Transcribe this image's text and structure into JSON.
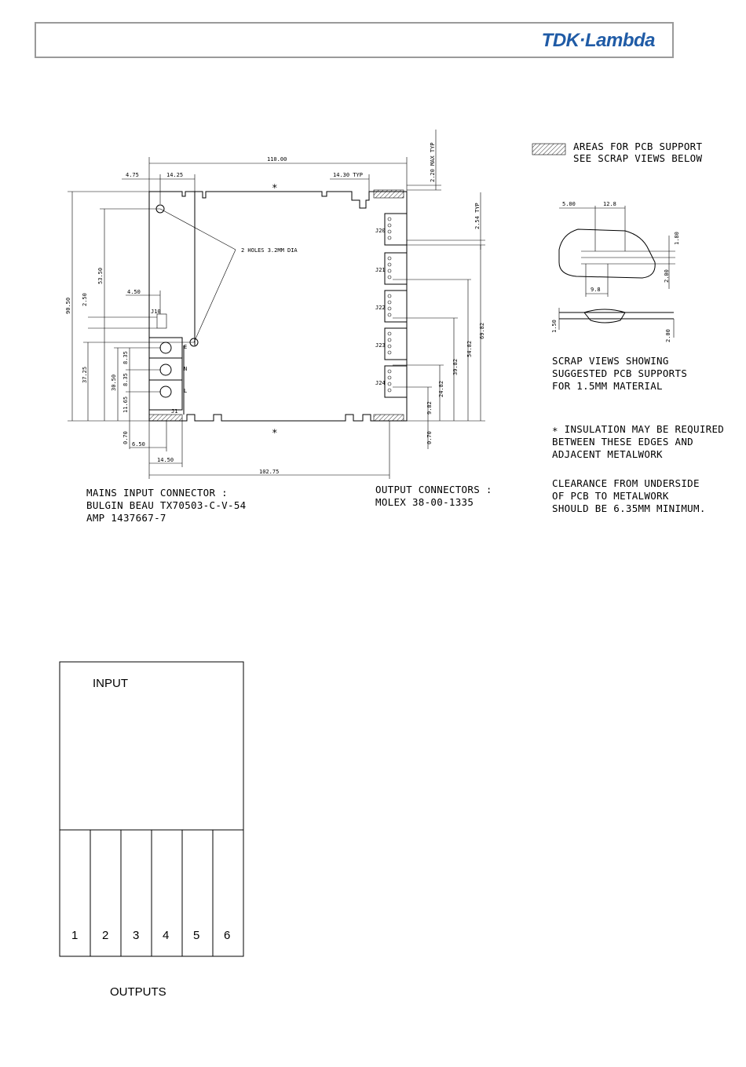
{
  "header": {
    "brand": "TDK·Lambda"
  },
  "drawing": {
    "dims": {
      "top_width": "110.00",
      "left_offset": "4.75",
      "hole_offset": "14.25",
      "typ_1430": "14.30 TYP",
      "max_typ": "2.20 MAX TYP",
      "pitch_typ": "2.54 TYP",
      "height": "90.50",
      "v_5350": "53.50",
      "v_250": "2.50",
      "v_3725": "37.25",
      "v_3050": "30.50",
      "v_835a": "8.35",
      "v_835b": "8.35",
      "v_1165": "11.65",
      "v_070l": "0.70",
      "h_450": "4.50",
      "h_650": "6.50",
      "h_1450": "14.50",
      "h_10275": "102.75",
      "v_982": "9.82",
      "v_2482": "24.82",
      "v_3982": "39.82",
      "v_5482": "54.82",
      "v_6982": "69.82",
      "v_070r": "0.70"
    },
    "holes_label": "2 HOLES 3.2MM DIA",
    "connectors": [
      "J20",
      "J21",
      "J22",
      "J23",
      "J24"
    ],
    "input_pins": [
      "E",
      "N",
      "L"
    ],
    "j1": "J1",
    "j10": "J10",
    "star": "∗",
    "mains_note": [
      "MAINS INPUT CONNECTOR :",
      "BULGIN BEAU TX70503-C-V-54",
      "AMP 1437667-7"
    ],
    "output_note": [
      "OUTPUT CONNECTORS :",
      "MOLEX 38-00-1335"
    ]
  },
  "side_notes": {
    "legend": [
      "AREAS FOR PCB SUPPORT",
      "SEE SCRAP VIEWS BELOW"
    ],
    "scrap_dims": {
      "d500": "5.00",
      "d128": "12.8",
      "d180": "1.80",
      "d200": "2.00",
      "d98": "9.8",
      "d150": "1.50",
      "d200b": "2.00"
    },
    "scrap_caption": [
      "SCRAP VIEWS SHOWING",
      "SUGGESTED PCB SUPPORTS",
      "FOR 1.5MM MATERIAL"
    ],
    "insulation": [
      "∗ INSULATION MAY BE REQUIRED",
      "BETWEEN THESE EDGES AND",
      "ADJACENT METALWORK"
    ],
    "clearance": [
      "CLEARANCE FROM UNDERSIDE",
      "OF PCB TO METALWORK",
      "SHOULD BE 6.35MM MINIMUM."
    ]
  },
  "block": {
    "input_label": "INPUT",
    "outputs": [
      "1",
      "2",
      "3",
      "4",
      "5",
      "6"
    ],
    "outputs_label": "OUTPUTS"
  }
}
